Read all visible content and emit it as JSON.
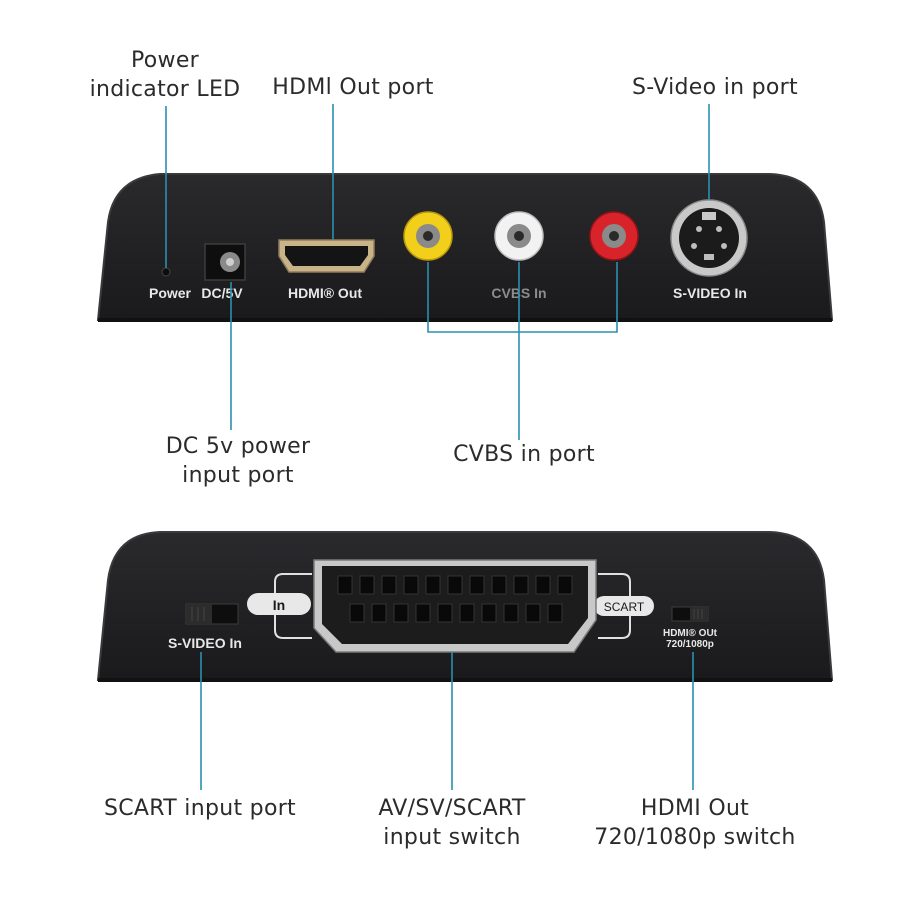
{
  "top_unit": {
    "labels": {
      "power": "Power",
      "dc": "DC/5V",
      "hdmi_out": "HDMI® Out",
      "cvbs_in": "CVBS In",
      "svideo_in": "S-VIDEO In"
    }
  },
  "bottom_unit": {
    "labels": {
      "switch_in": "In",
      "switch_scart": "SCART",
      "svideo_in": "S-VIDEO In",
      "hdmi_switch_line1": "HDMI® OUt",
      "hdmi_switch_line2": "720/1080p"
    }
  },
  "callouts": {
    "power_led": {
      "line1": "Power",
      "line2": "indicator LED"
    },
    "hdmi_out": {
      "line1": "HDMl Out port"
    },
    "svideo_in": {
      "line1": "S-Video in port"
    },
    "dc_input": {
      "line1": "DC 5v power",
      "line2": "input port"
    },
    "cvbs_in": {
      "line1": "CVBS in port"
    },
    "scart_input": {
      "line1": "SCART input port"
    },
    "input_switch": {
      "line1": "AV/SV/SCART",
      "line2": "input switch"
    },
    "hdmi_switch": {
      "line1": "HDMI Out",
      "line2": "720/1080p switch"
    }
  },
  "colors": {
    "device_body": "#1f1f21",
    "device_edge": "#3a3a3d",
    "leader_line": "#2a8fb0",
    "rca_yellow": "#f2cf1a",
    "rca_white": "#f2f2f2",
    "rca_red": "#d8232a"
  }
}
